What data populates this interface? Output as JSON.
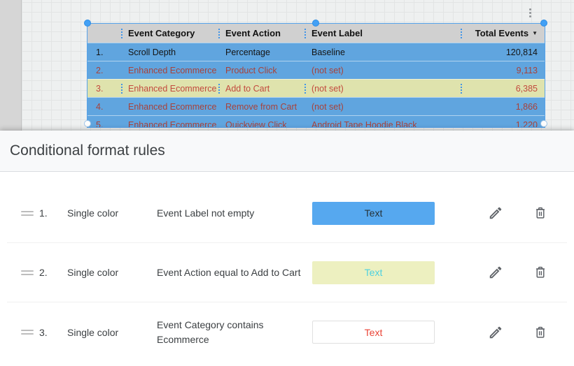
{
  "canvas": {
    "more_options_icon": "kebab-vertical-dots",
    "table": {
      "columns": {
        "category": "Event Category",
        "action": "Event Action",
        "label": "Event Label",
        "total": "Total Events"
      },
      "sort_arrow": "▼",
      "rows": [
        {
          "num": "1.",
          "category": "Scroll Depth",
          "action": "Percentage",
          "label": "Baseline",
          "total": "120,814"
        },
        {
          "num": "2.",
          "category": "Enhanced Ecommerce",
          "action": "Product Click",
          "label": "(not set)",
          "total": "9,113"
        },
        {
          "num": "3.",
          "category": "Enhanced Ecommerce",
          "action": "Add to Cart",
          "label": "(not set)",
          "total": "6,385"
        },
        {
          "num": "4.",
          "category": "Enhanced Ecommerce",
          "action": "Remove from Cart",
          "label": "(not set)",
          "total": "1,866"
        },
        {
          "num": "5.",
          "category": "Enhanced Ecommerce",
          "action": "Quickview Click",
          "label": "Android Tape Hoodie Black",
          "total": "1,220"
        }
      ]
    }
  },
  "panel": {
    "title": "Conditional format rules",
    "rules": [
      {
        "index": "1.",
        "type": "Single color",
        "condition": "Event Label not empty",
        "swatch_label": "Text",
        "swatch_bg": "#56a8ef",
        "swatch_text_color": "#263238"
      },
      {
        "index": "2.",
        "type": "Single color",
        "condition": "Event Action equal to Add to Cart",
        "swatch_label": "Text",
        "swatch_bg": "#edf0c0",
        "swatch_text_color": "#4dd0e1"
      },
      {
        "index": "3.",
        "type": "Single color",
        "condition": "Event Category contains Ecommerce",
        "swatch_label": "Text",
        "swatch_bg": "#ffffff",
        "swatch_text_color": "#ea4335"
      }
    ]
  },
  "colors": {
    "row_highlight_blue": "#60a5df",
    "row_highlight_yellow": "#dfe3ad",
    "table_header_gray": "#d0d0d0",
    "conditional_red_text": "#a8423a",
    "panel_header_bg": "#f8f9fa",
    "selection_handle_blue": "#42a0f5"
  }
}
